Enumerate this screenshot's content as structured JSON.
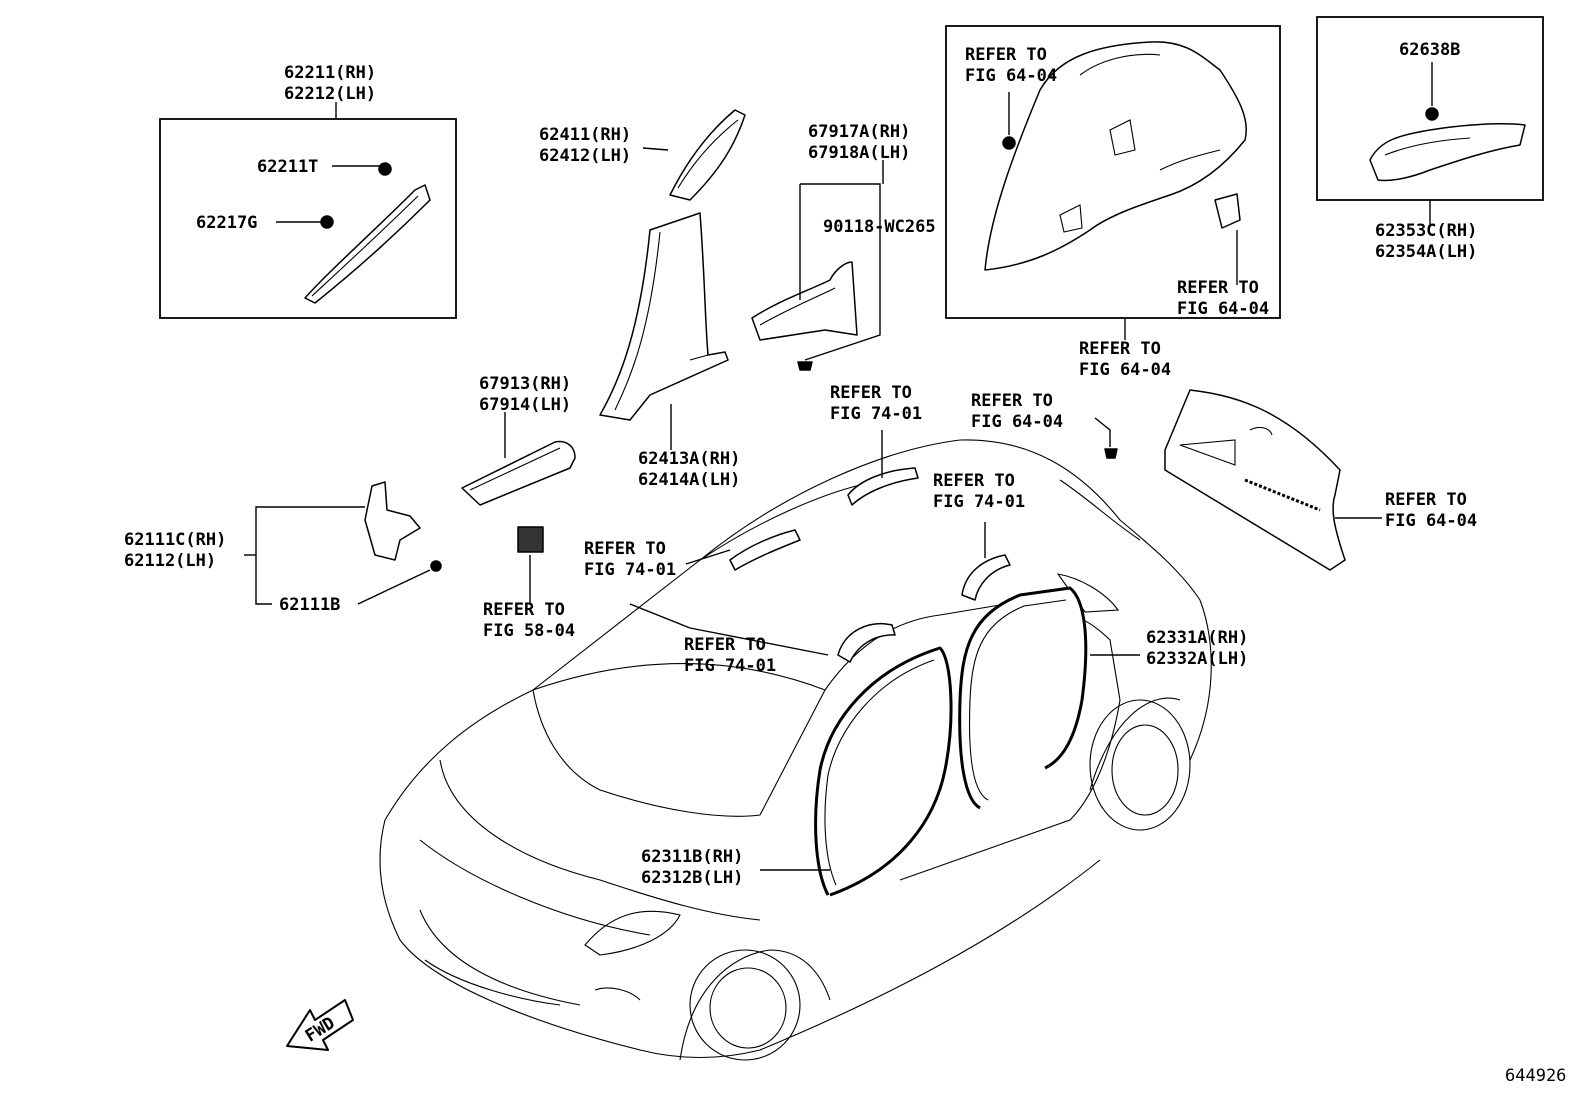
{
  "diagram_id": "644926",
  "fwd_label": "FWD",
  "labels": {
    "l_62211": "62211(RH)",
    "l_62212": "62212(LH)",
    "l_62211T": "62211T",
    "l_62217G": "62217G",
    "l_62411": "62411(RH)",
    "l_62412": "62412(LH)",
    "l_67917A": "67917A(RH)",
    "l_67918A": "67918A(LH)",
    "l_90118": "90118-WC265",
    "l_67913": "67913(RH)",
    "l_67914": "67914(LH)",
    "l_62413A": "62413A(RH)",
    "l_62414A": "62414A(LH)",
    "l_62111C": "62111C(RH)",
    "l_62112": "62112(LH)",
    "l_62111B": "62111B",
    "l_62638B": "62638B",
    "l_62353C": "62353C(RH)",
    "l_62354A": "62354A(LH)",
    "l_62331A": "62331A(RH)",
    "l_62332A": "62332A(LH)",
    "l_62311B": "62311B(RH)",
    "l_62312B": "62312B(LH)",
    "refer_to": "REFER TO",
    "fig_64_04": "FIG 64-04",
    "fig_74_01": "FIG 74-01",
    "fig_58_04": "FIG 58-04"
  }
}
